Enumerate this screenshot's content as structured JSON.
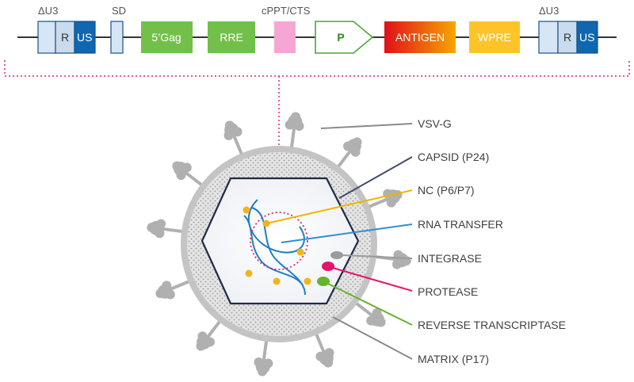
{
  "construct": {
    "ltr_left": {
      "top_label": "ΔU3",
      "r": "R",
      "us": "US"
    },
    "sd": {
      "top_label": "SD"
    },
    "gag": {
      "label": "5’Gag"
    },
    "rre": {
      "label": "RRE"
    },
    "cppt": {
      "top_label": "cPPT/CTS"
    },
    "promoter": {
      "label": "P"
    },
    "antigen": {
      "label": "ANTIGEN"
    },
    "wpre": {
      "label": "WPRE"
    },
    "ltr_right": {
      "top_label": "ΔU3",
      "r": "R",
      "us": "US"
    }
  },
  "callouts": {
    "vsvg": "VSV-G",
    "capsid": "CAPSID (P24)",
    "nc": "NC (P6/P7)",
    "rna": "RNA TRANSFER",
    "integrase": "INTEGRASE",
    "protease": "PROTEASE",
    "rt": "REVERSE TRANSCRIPTASE",
    "matrix": "MATRIX (P17)"
  },
  "colors": {
    "backbone": "#333333",
    "ltr_light": "#d6e6f5",
    "ltr_dark": "#0e67b0",
    "gag_green": "#72c04a",
    "cppt_pink": "#f5a6d2",
    "promoter_outline": "#4aa832",
    "antigen_red": "#e21a1a",
    "antigen_orange": "#f7a600",
    "wpre_yellow": "#fdc42a",
    "capsid_line": "#3f4a6b",
    "nc_line": "#f0b400",
    "rna_line": "#2e8fd1",
    "integrase_gray": "#9a9a9a",
    "protease_pink": "#e5146a",
    "rt_green": "#66b32e",
    "matrix_gray": "#8a8a8a",
    "envelope_gray": "#b0b0b0"
  }
}
